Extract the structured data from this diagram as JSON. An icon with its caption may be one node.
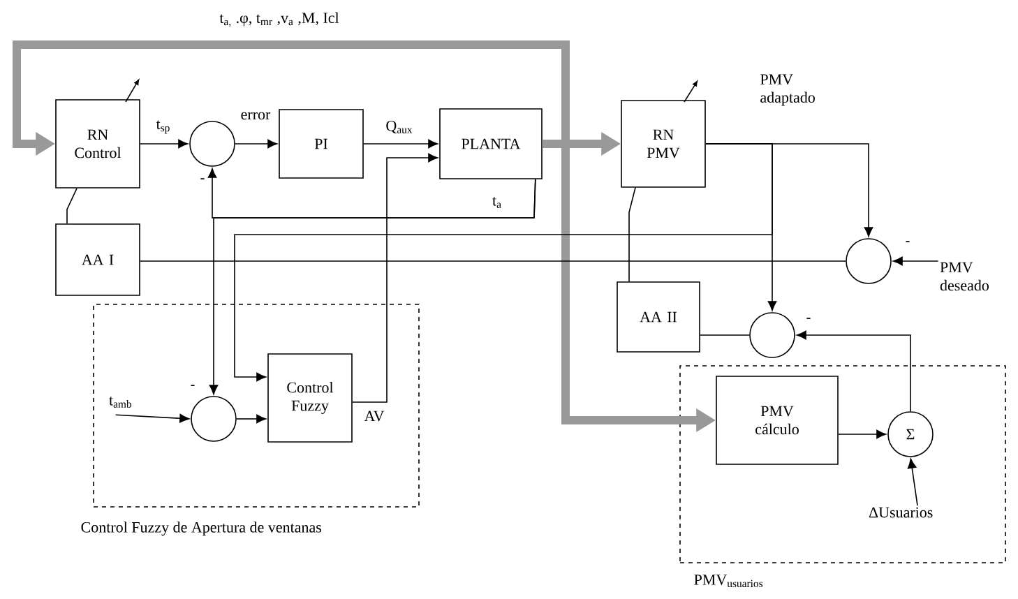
{
  "diagram": {
    "nodes": [
      {
        "text": [
          "Control Fuzzy de Apertura de ventanas"
        ]
      },
      {
        "text": [
          "PMV$_{usuarios}$"
        ]
      },
      {
        "text": [
          "RN Control"
        ]
      },
      {
        "text": [],
        "shape": "circle"
      },
      {
        "text": [
          "PI"
        ]
      },
      {
        "text": [
          "PLANTA"
        ]
      },
      {
        "text": [
          "AA I"
        ]
      },
      {
        "text": [
          "RN PMV"
        ]
      },
      {
        "text": [],
        "shape": "circle"
      },
      {
        "text": [
          "PMV deseado"
        ]
      },
      {
        "text": [
          "AA II"
        ]
      },
      {
        "text": [],
        "shape": "circle"
      },
      {
        "text": [],
        "shape": "circle",
        "in": 0
      },
      {
        "text": [
          "Control Fuzzy"
        ],
        "in": 0
      },
      {
        "text": [
          "PMV cálculo"
        ],
        "in": 1
      },
      {
        "text": [
          "Σ"
        ],
        "in": 1
      },
      {
        "text": [
          "ΔUsuarios"
        ],
        "in": 1
      },
      {
        "text": [
          "t$_{amb}$"
        ],
        "in": 0
      }
    ],
    "edges": [
      {
        "from": 5,
        "to": 2,
        "arrow": "to",
        "style": "thick",
        "color": "#999999",
        "label": "t$_{a,}$ .φ, t$_{mr}$ ,v$_{a}$ ,M, Icl"
      },
      {
        "from": 5,
        "to": 7,
        "arrow": "to",
        "style": "thick",
        "color": "#999999"
      },
      {
        "from": 5,
        "to": 14,
        "arrow": "to",
        "style": "thick",
        "color": "#999999"
      },
      {
        "from": 2,
        "to": 3,
        "arrow": "to",
        "label": "t$_{sp}$"
      },
      {
        "from": 3,
        "to": 4,
        "arrow": "to",
        "label": "error"
      },
      {
        "from": 4,
        "to": 5,
        "arrow": "to",
        "label": "Q$_{aux}$"
      },
      {
        "from": 5,
        "to": 3,
        "arrow": "to",
        "label": "t$_{a}$"
      },
      {
        "from": 5,
        "to": 12,
        "arrow": "to"
      },
      {
        "from": 7,
        "to": 8,
        "arrow": "to",
        "label": "PMV adaptado"
      },
      {
        "from": 7,
        "to": 11,
        "arrow": "to"
      },
      {
        "from": 7,
        "to": 13,
        "arrow": "to"
      },
      {
        "from": 8,
        "to": 6,
        "arrow": "none"
      },
      {
        "from": 9,
        "to": 8,
        "arrow": "to"
      },
      {
        "from": 11,
        "to": 10,
        "arrow": "none"
      },
      {
        "from": 15,
        "to": 11,
        "arrow": "to"
      },
      {
        "from": 14,
        "to": 15,
        "arrow": "to"
      },
      {
        "from": 16,
        "to": 15,
        "arrow": "to"
      },
      {
        "from": 6,
        "to": 2,
        "arrow": "none"
      },
      {
        "from": 10,
        "to": 7,
        "arrow": "none"
      },
      {
        "from": 17,
        "to": 12,
        "arrow": "to"
      },
      {
        "from": 12,
        "to": 13,
        "arrow": "to"
      },
      {
        "from": 13,
        "to": 5,
        "arrow": "to",
        "label": "AV"
      }
    ],
    "labels": [
      "-",
      "-",
      "-",
      "-"
    ]
  }
}
